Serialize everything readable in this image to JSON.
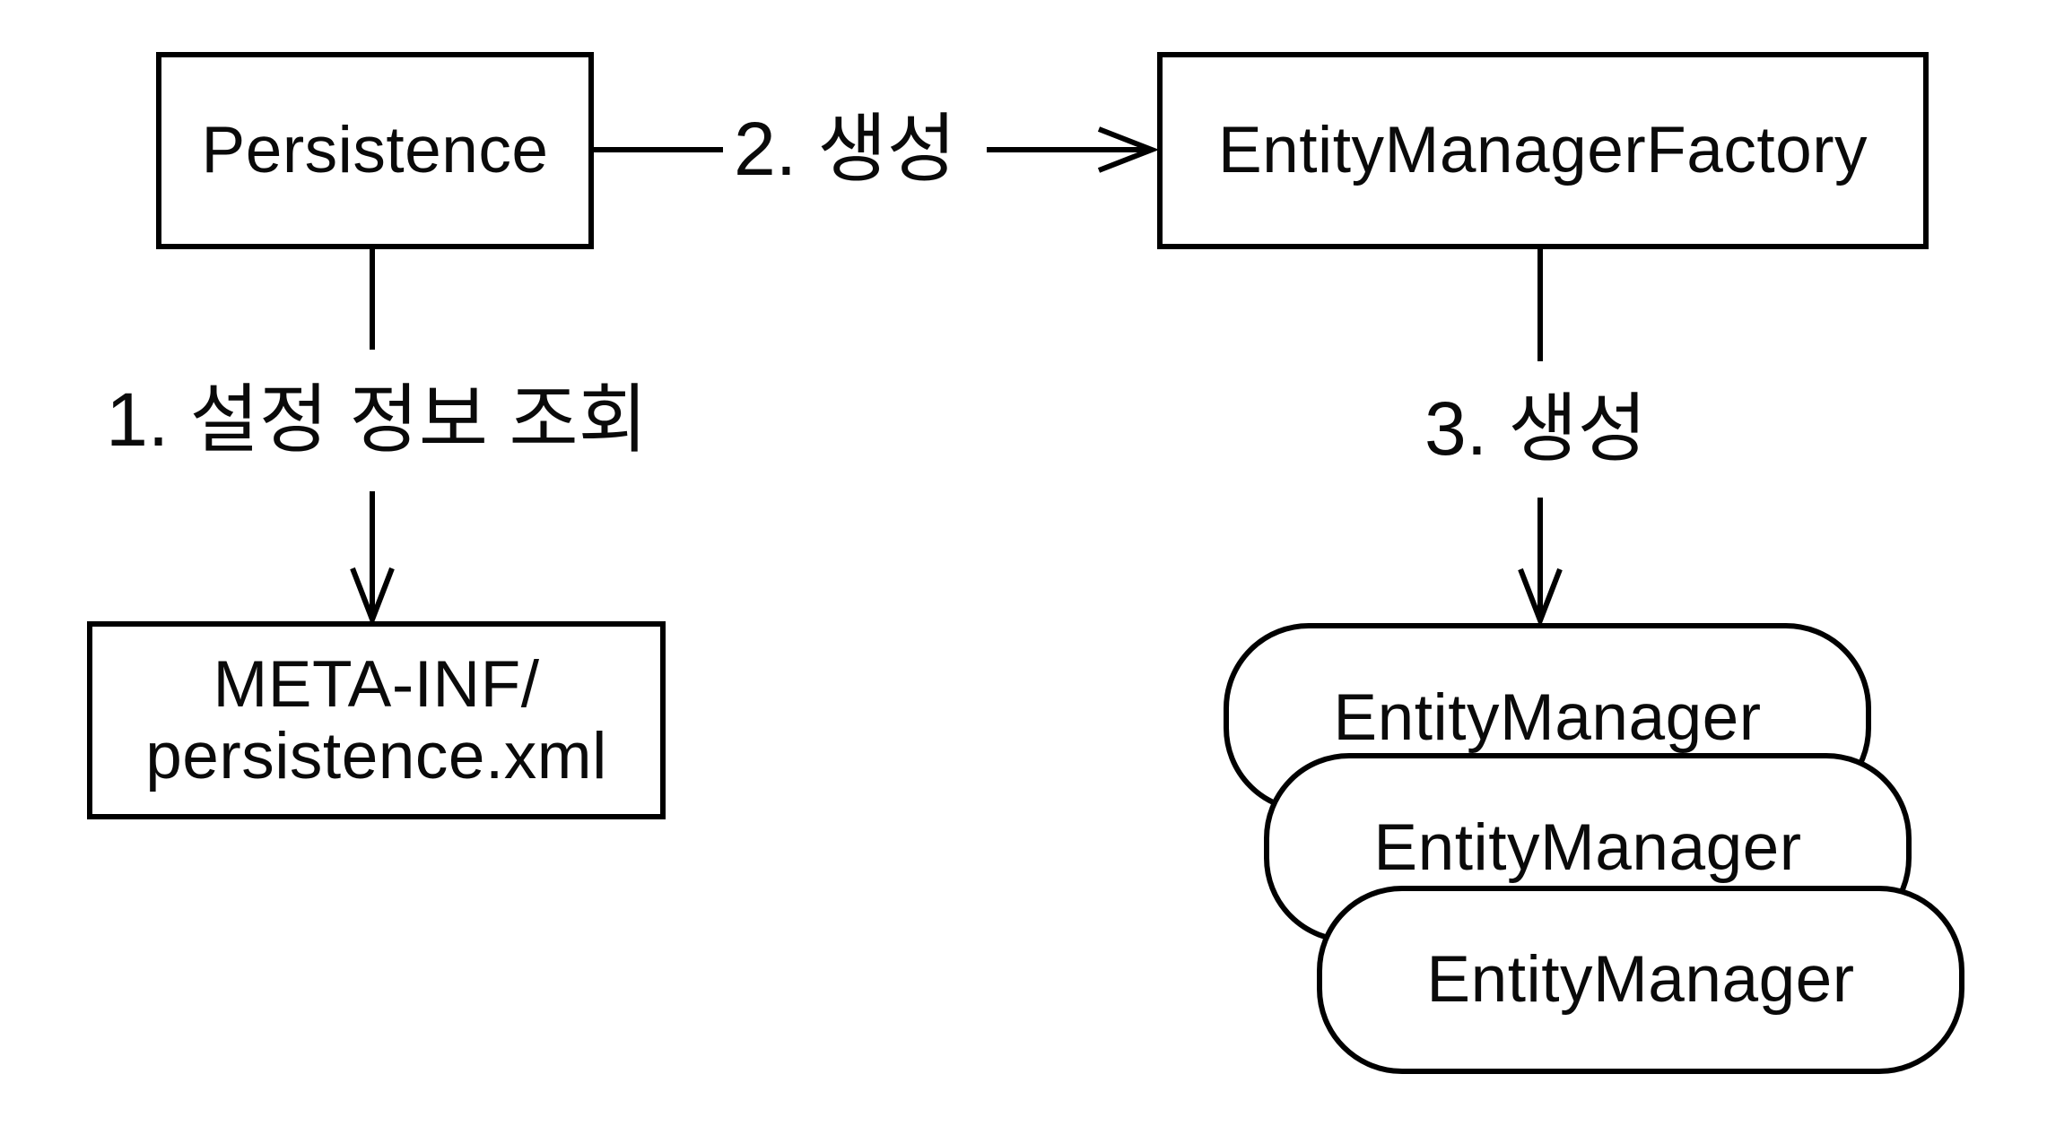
{
  "diagram": {
    "background_color": "#ffffff",
    "line_color": "#000000",
    "nodes": {
      "persistence": {
        "label": "Persistence"
      },
      "entity_manager_factory": {
        "label": "EntityManagerFactory"
      },
      "meta_inf": {
        "line1": "META-INF/",
        "line2": "persistence.xml"
      },
      "entity_managers": [
        {
          "label": "EntityManager"
        },
        {
          "label": "EntityManager"
        },
        {
          "label": "EntityManager"
        }
      ]
    },
    "labels": {
      "step1": "1. 설정 정보 조회",
      "step2": "2. 생성",
      "step3": "3. 생성"
    }
  }
}
